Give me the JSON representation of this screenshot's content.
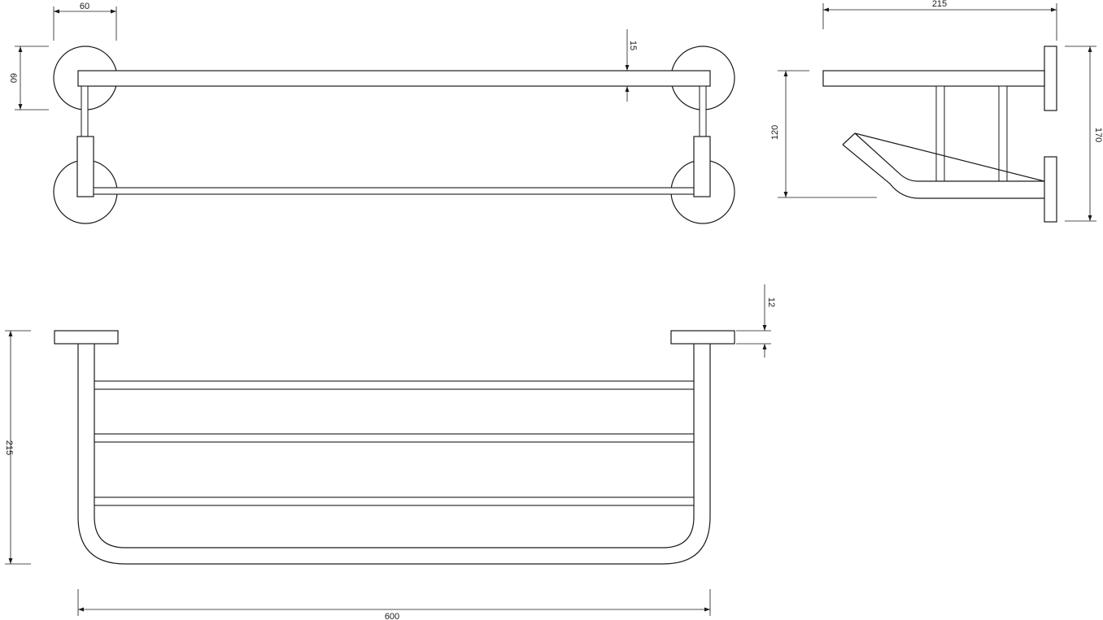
{
  "dimensions": {
    "top_width": "60",
    "top_height": "60",
    "top_thickness": "15",
    "side_depth": "215",
    "side_upper": "120",
    "side_total": "170",
    "front_plate": "12",
    "front_height": "215",
    "front_length": "600"
  }
}
